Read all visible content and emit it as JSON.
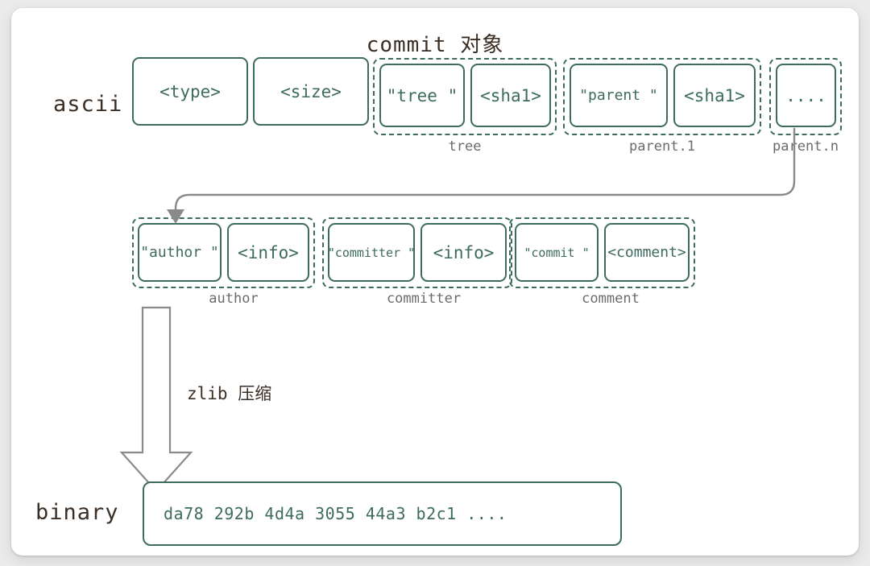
{
  "title": "commit 对象",
  "row_labels": {
    "ascii": "ascii",
    "binary": "binary"
  },
  "ascii_row": {
    "boxes": [
      {
        "name": "type-box",
        "text": "<type>"
      },
      {
        "name": "size-box",
        "text": "<size>"
      },
      {
        "name": "tree-key-box",
        "text": "\"tree \""
      },
      {
        "name": "tree-sha1-box",
        "text": "<sha1>"
      },
      {
        "name": "parent-key-box",
        "text": "\"parent \""
      },
      {
        "name": "parent-sha1-box",
        "text": "<sha1>"
      },
      {
        "name": "parent-n-box",
        "text": "...."
      }
    ],
    "group_labels": [
      {
        "name": "tree-group-label",
        "text": "tree"
      },
      {
        "name": "parent1-group-label",
        "text": "parent.1"
      },
      {
        "name": "parentn-group-label",
        "text": "parent.n"
      }
    ]
  },
  "meta_row": {
    "boxes": [
      {
        "name": "author-key-box",
        "text": "\"author \""
      },
      {
        "name": "author-info-box",
        "text": "<info>"
      },
      {
        "name": "committer-key-box",
        "text": "\"committer \""
      },
      {
        "name": "committer-info-box",
        "text": "<info>"
      },
      {
        "name": "commit-key-box",
        "text": "\"commit \""
      },
      {
        "name": "comment-value-box",
        "text": "<comment>"
      }
    ],
    "group_labels": [
      {
        "name": "author-group-label",
        "text": "author"
      },
      {
        "name": "committer-group-label",
        "text": "committer"
      },
      {
        "name": "comment-group-label",
        "text": "comment"
      }
    ]
  },
  "compression": {
    "arrow_label": "zlib 压缩"
  },
  "binary_row": {
    "value": "da78 292b 4d4a 3055 44a3 b2c1 ...."
  },
  "colors": {
    "page_background": "#ebebeb",
    "card_background": "#ffffff",
    "accent_teal": "#3d6b5f",
    "text_brown": "#3b2e24",
    "label_gray": "#6b6b6b",
    "arrow_gray": "#8a8a8a"
  }
}
